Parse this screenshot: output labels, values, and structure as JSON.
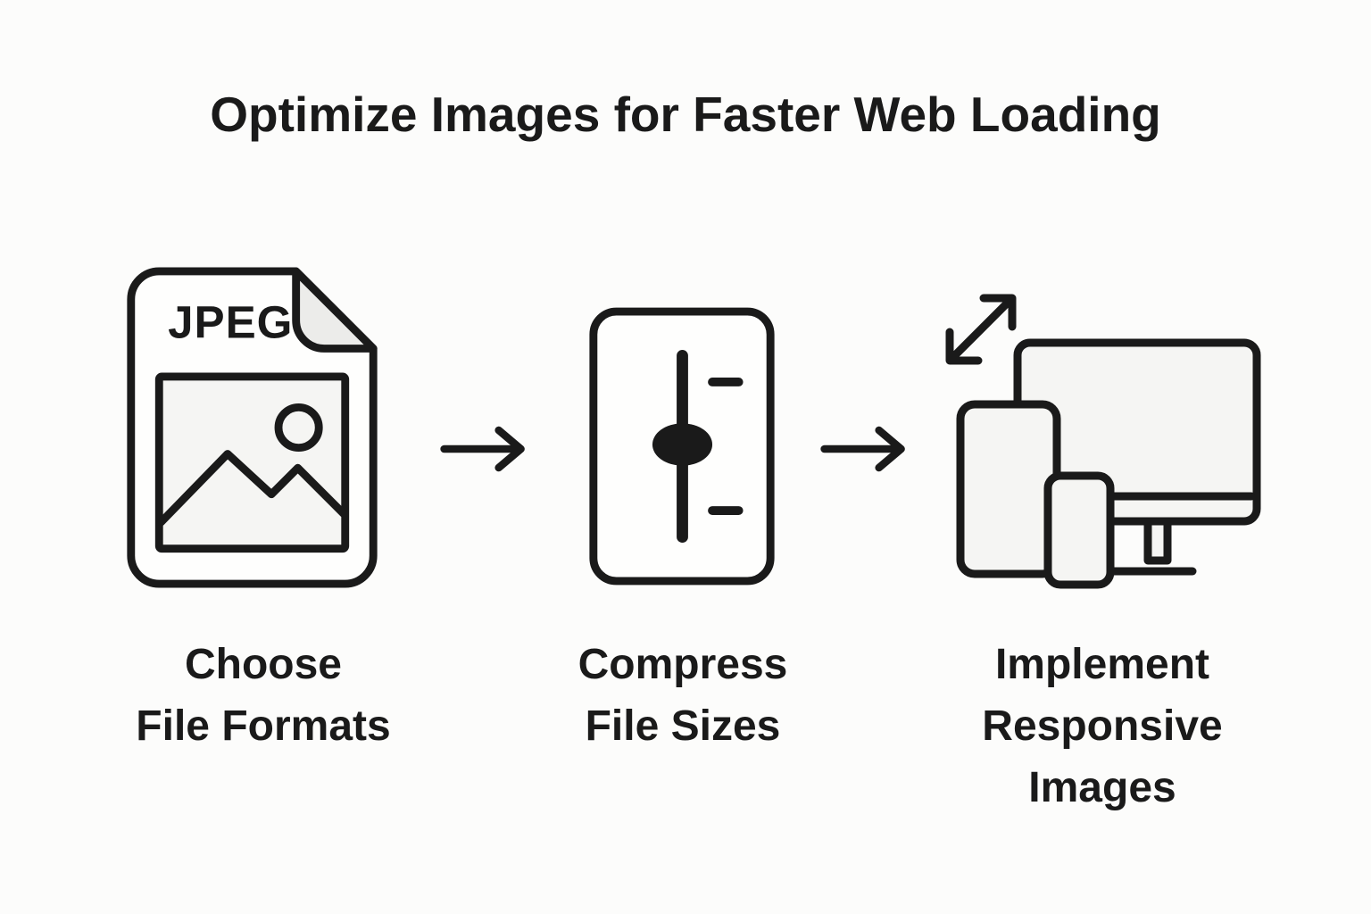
{
  "title": "Optimize Images for Faster Web Loading",
  "steps": [
    {
      "icon": "jpeg-file-icon",
      "file_format_badge": "JPEG",
      "label_lines": [
        "Choose",
        "File Formats"
      ]
    },
    {
      "icon": "compression-slider-icon",
      "label_lines": [
        "Compress",
        "File Sizes"
      ]
    },
    {
      "icon": "responsive-devices-icon",
      "label_lines": [
        "Implement",
        "Responsive",
        "Images"
      ]
    }
  ],
  "connectors": [
    {
      "icon": "right-arrow-icon"
    },
    {
      "icon": "right-arrow-icon"
    }
  ],
  "colors": {
    "ink": "#1a1a1a",
    "fill_light": "#f5f5f3",
    "background": "#fcfcfb"
  }
}
